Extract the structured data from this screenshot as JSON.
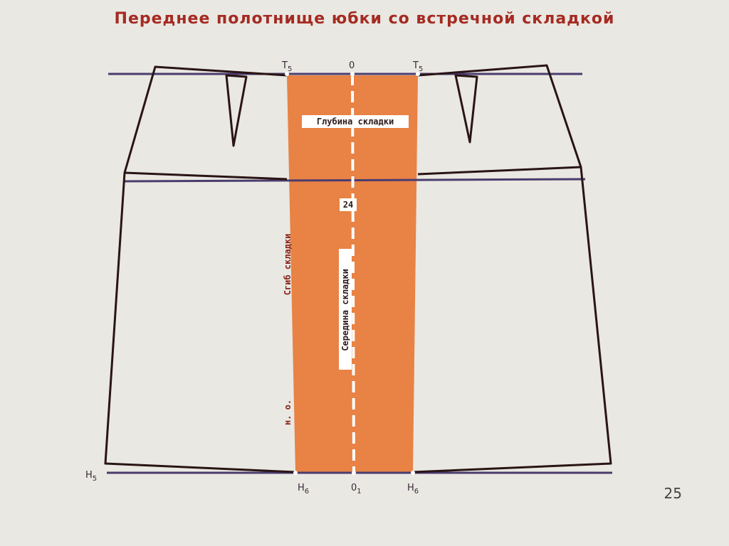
{
  "title": "Переднее полотнище юбки со встречной складкой",
  "colors": {
    "background": "#e9e8e2",
    "fold_fill": "#e87c3c",
    "outline": "#2a1414",
    "guide_line": "#4a3d6e",
    "title": "#a52a22"
  },
  "labels": {
    "t5_left": "Т",
    "t5_left_sub": "5",
    "o_top": "0",
    "t5_right": "Т",
    "t5_right_sub": "5",
    "h5": "Н",
    "h5_sub": "5",
    "h6_left": "Н",
    "h6_left_sub": "6",
    "o1": "0",
    "o1_sub": "1",
    "h6_right": "Н",
    "h6_right_sub": "6",
    "depth": "Глубина складки",
    "measure": "24",
    "fold_line": "Сгиб складки",
    "middle": "Середина складки",
    "grain": "н. о."
  },
  "page_number": "25"
}
